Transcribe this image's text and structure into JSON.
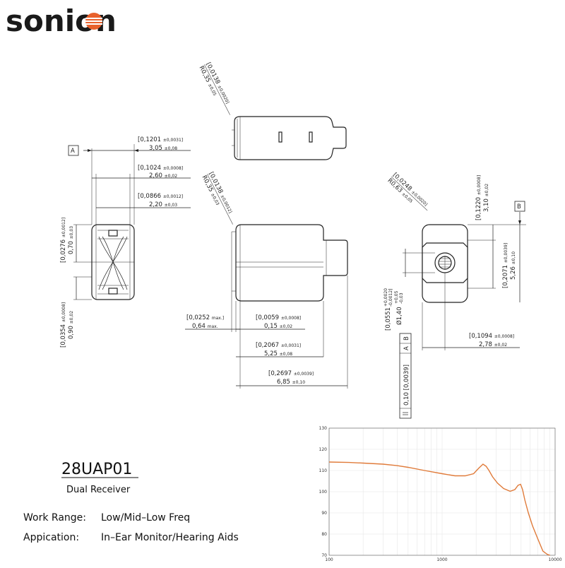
{
  "brand": {
    "logo_text": "sonion",
    "logo_color": "#1a1a1a",
    "accent_color": "#e8612c"
  },
  "product": {
    "model": "28UAP01",
    "subtitle": "Dual Receiver",
    "work_range_label": "Work Range:",
    "work_range_value": "Low/Mid–Low Freq",
    "application_label": "Appication:",
    "application_value": "In–Ear Monitor/Hearing Aids"
  },
  "dimensions": {
    "top_radius_in": "[0,0138",
    "top_radius_in_tol": "±0,0020]",
    "top_radius_mm": "R0,35",
    "top_radius_mm_tol": "±0,05",
    "w1_in": "[0,1201",
    "w1_in_tol": "±0,0031]",
    "w1_mm": "3,05",
    "w1_mm_tol": "±0,08",
    "w2_in": "[0,1024",
    "w2_in_tol": "±0,0008]",
    "w2_mm": "2,60",
    "w2_mm_tol": "±0,02",
    "w3_in": "[0,0866",
    "w3_in_tol": "±0,0012]",
    "w3_mm": "2,20",
    "w3_mm_tol": "±0,03",
    "datum_a": "A",
    "datum_b": "B",
    "side_h_in": "[0,0276",
    "side_h_in_tol": "±0,0012]",
    "side_h_mm": "0,70",
    "side_h_mm_tol": "±0,03",
    "side_b_in": "[0,0354",
    "side_b_in_tol": "±0,0008]",
    "side_b_mm": "0,90",
    "side_b_mm_tol": "±0,02",
    "mid_radius_in": "[0,0138",
    "mid_radius_in_tol": "±0,0012]",
    "mid_radius_mm": "R0,35",
    "mid_radius_mm_tol": "±0,03",
    "nozzle_max_in": "[0,0252",
    "nozzle_max_in_tol": "max.]",
    "nozzle_max_mm": "0,64",
    "nozzle_max_mm_tol": "max.",
    "gap_in": "[0,0059",
    "gap_in_tol": "±0,0008]",
    "gap_mm": "0,15",
    "gap_mm_tol": "±0,02",
    "body_in": "[0,2067",
    "body_in_tol": "±0,0031]",
    "body_mm": "5,25",
    "body_mm_tol": "±0,08",
    "total_in": "[0,2697",
    "total_in_tol": "±0,0039]",
    "total_mm": "6,85",
    "total_mm_tol": "±0,10",
    "r2_in": "[0,0248",
    "r2_in_tol": "±0,0020]",
    "r2_mm": "R0,63",
    "r2_mm_tol": "±0,05",
    "h1_in": "[0,1220",
    "h1_in_tol": "±0,0008]",
    "h1_mm": "3,10",
    "h1_mm_tol": "±0,02",
    "h2_in": "[0,2071",
    "h2_in_tol": "±0,0039]",
    "h2_mm": "5,26",
    "h2_mm_tol": "±0,10",
    "port_in": "[0,0551",
    "port_in_tol_plus": "+0,0020",
    "port_in_tol_minus": "-0,0012]",
    "port_mm": "Ø1,40",
    "port_mm_tol_plus": "+0,05",
    "port_mm_tol_minus": "-0,03",
    "port_off_in": "[0,1094",
    "port_off_in_tol": "±0,0008]",
    "port_off_mm": "2,78",
    "port_off_mm_tol": "±0,02",
    "fcf_tol": "0,10 [0,0039]",
    "fcf_a": "A",
    "fcf_b": "B"
  },
  "chart_data": {
    "type": "line",
    "title": "",
    "xlabel": "",
    "ylabel": "",
    "xscale": "log",
    "xlim": [
      100,
      10000
    ],
    "ylim": [
      70,
      130
    ],
    "xticks": [
      "100",
      "1000",
      "10000"
    ],
    "yticks": [
      "70",
      "80",
      "90",
      "100",
      "110",
      "120",
      "130"
    ],
    "grid": true,
    "color": "#e07b3a",
    "x": [
      100,
      150,
      200,
      300,
      400,
      500,
      700,
      1000,
      1300,
      1600,
      1900,
      2100,
      2300,
      2450,
      2600,
      2800,
      3100,
      3500,
      4000,
      4400,
      4700,
      4950,
      5150,
      5400,
      5800,
      6300,
      7000,
      7800,
      8500,
      9000
    ],
    "values": [
      114,
      113.8,
      113.5,
      113,
      112.3,
      111.5,
      110,
      108.5,
      107.5,
      107.5,
      108.5,
      111,
      113,
      112,
      110,
      107,
      104,
      101.5,
      100.2,
      101,
      103,
      103.5,
      101,
      96,
      90,
      84,
      78,
      72,
      70.5,
      70
    ]
  }
}
